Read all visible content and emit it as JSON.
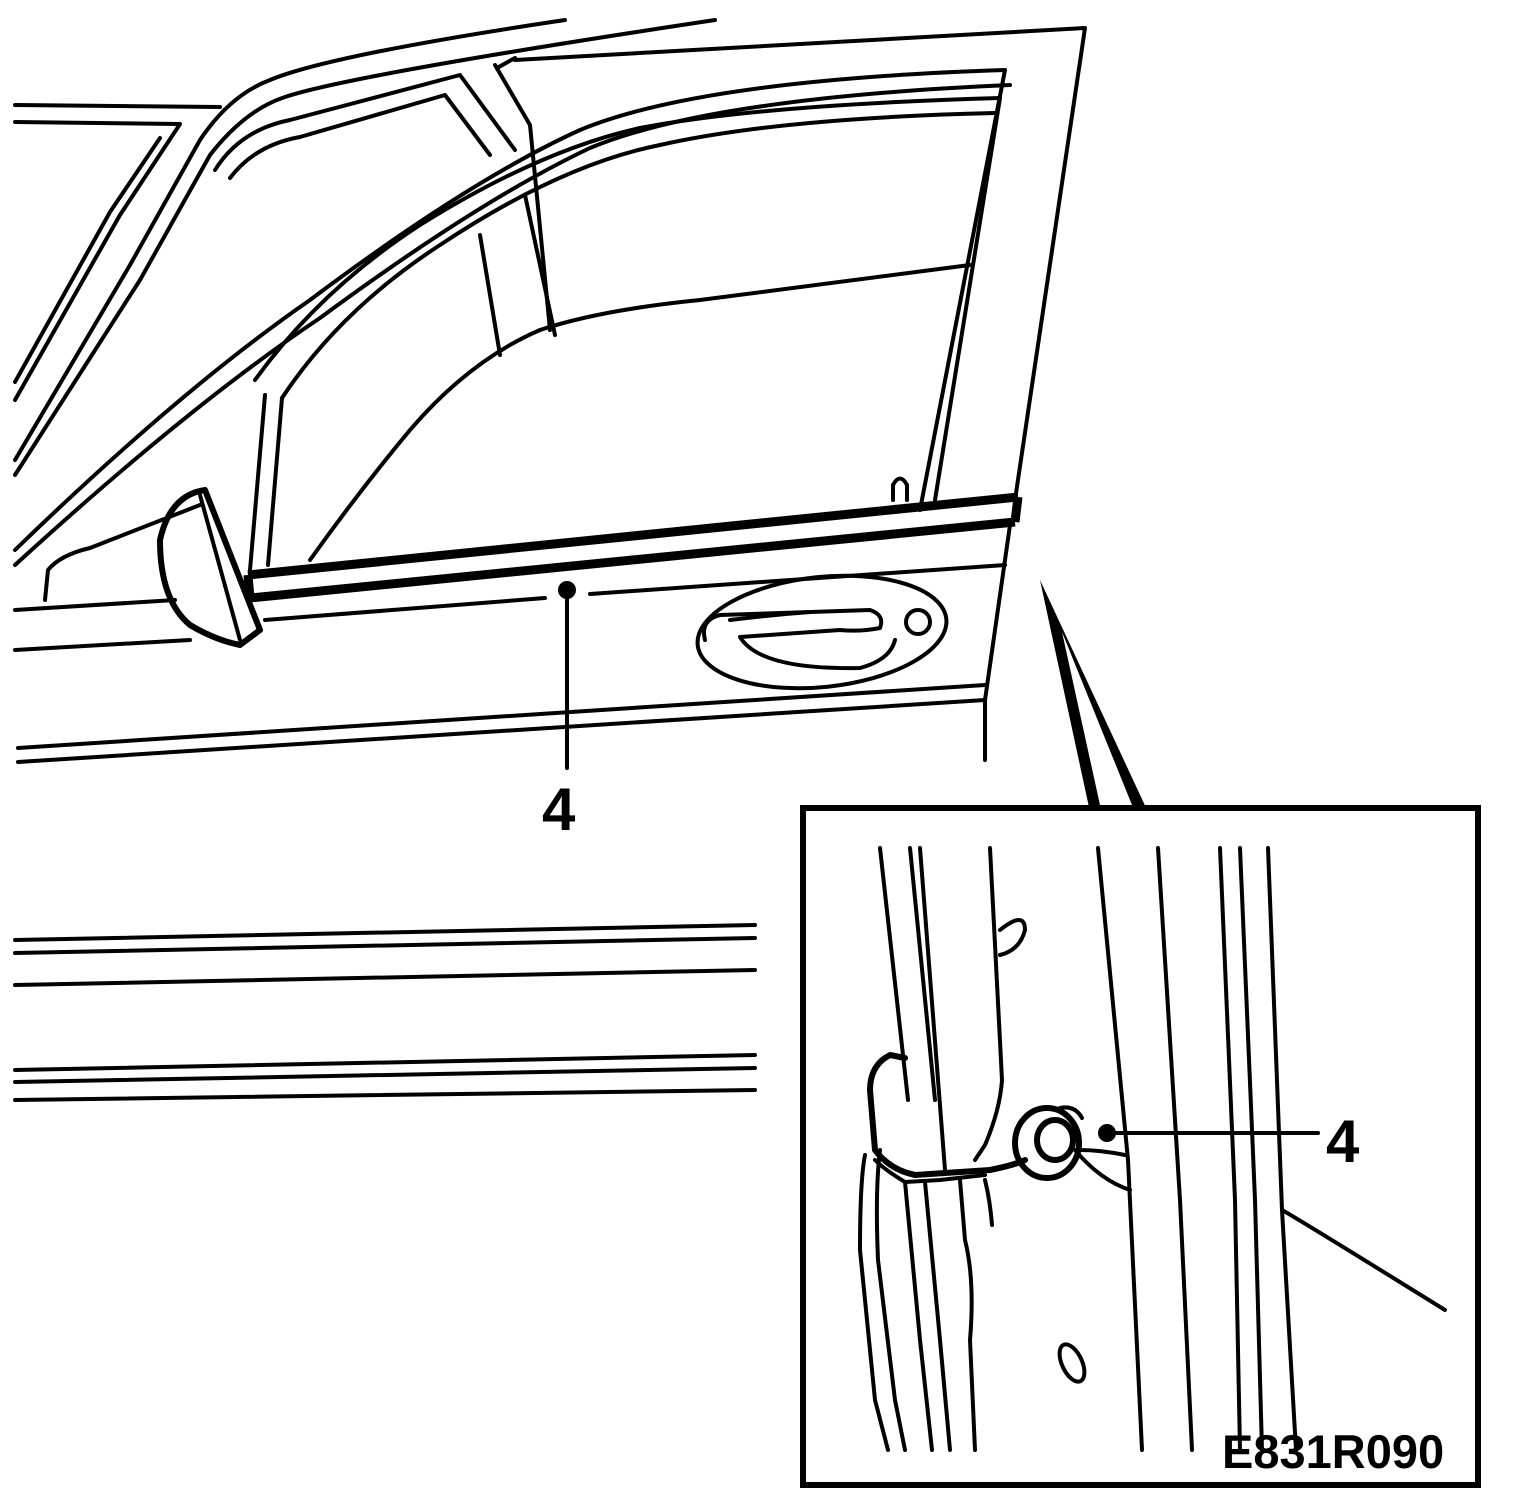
{
  "callouts": {
    "main": "4",
    "inset": "4"
  },
  "figure_code": "E831R090",
  "colors": {
    "line": "#000000",
    "background": "#ffffff"
  }
}
